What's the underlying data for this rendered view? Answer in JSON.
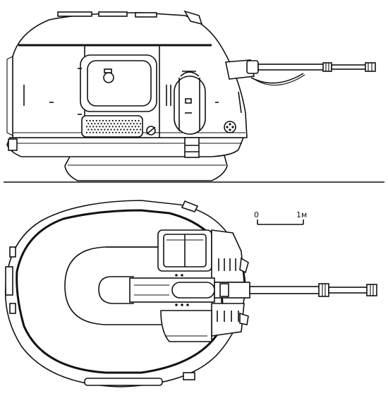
{
  "scale_bar": {
    "start_label": "0",
    "end_label": "1м"
  },
  "views": [
    {
      "id": "side",
      "icon": "turret-side-view-icon"
    },
    {
      "id": "top",
      "icon": "turret-top-view-icon"
    }
  ],
  "colors": {
    "ink": "#111111",
    "paper": "#ffffff"
  }
}
